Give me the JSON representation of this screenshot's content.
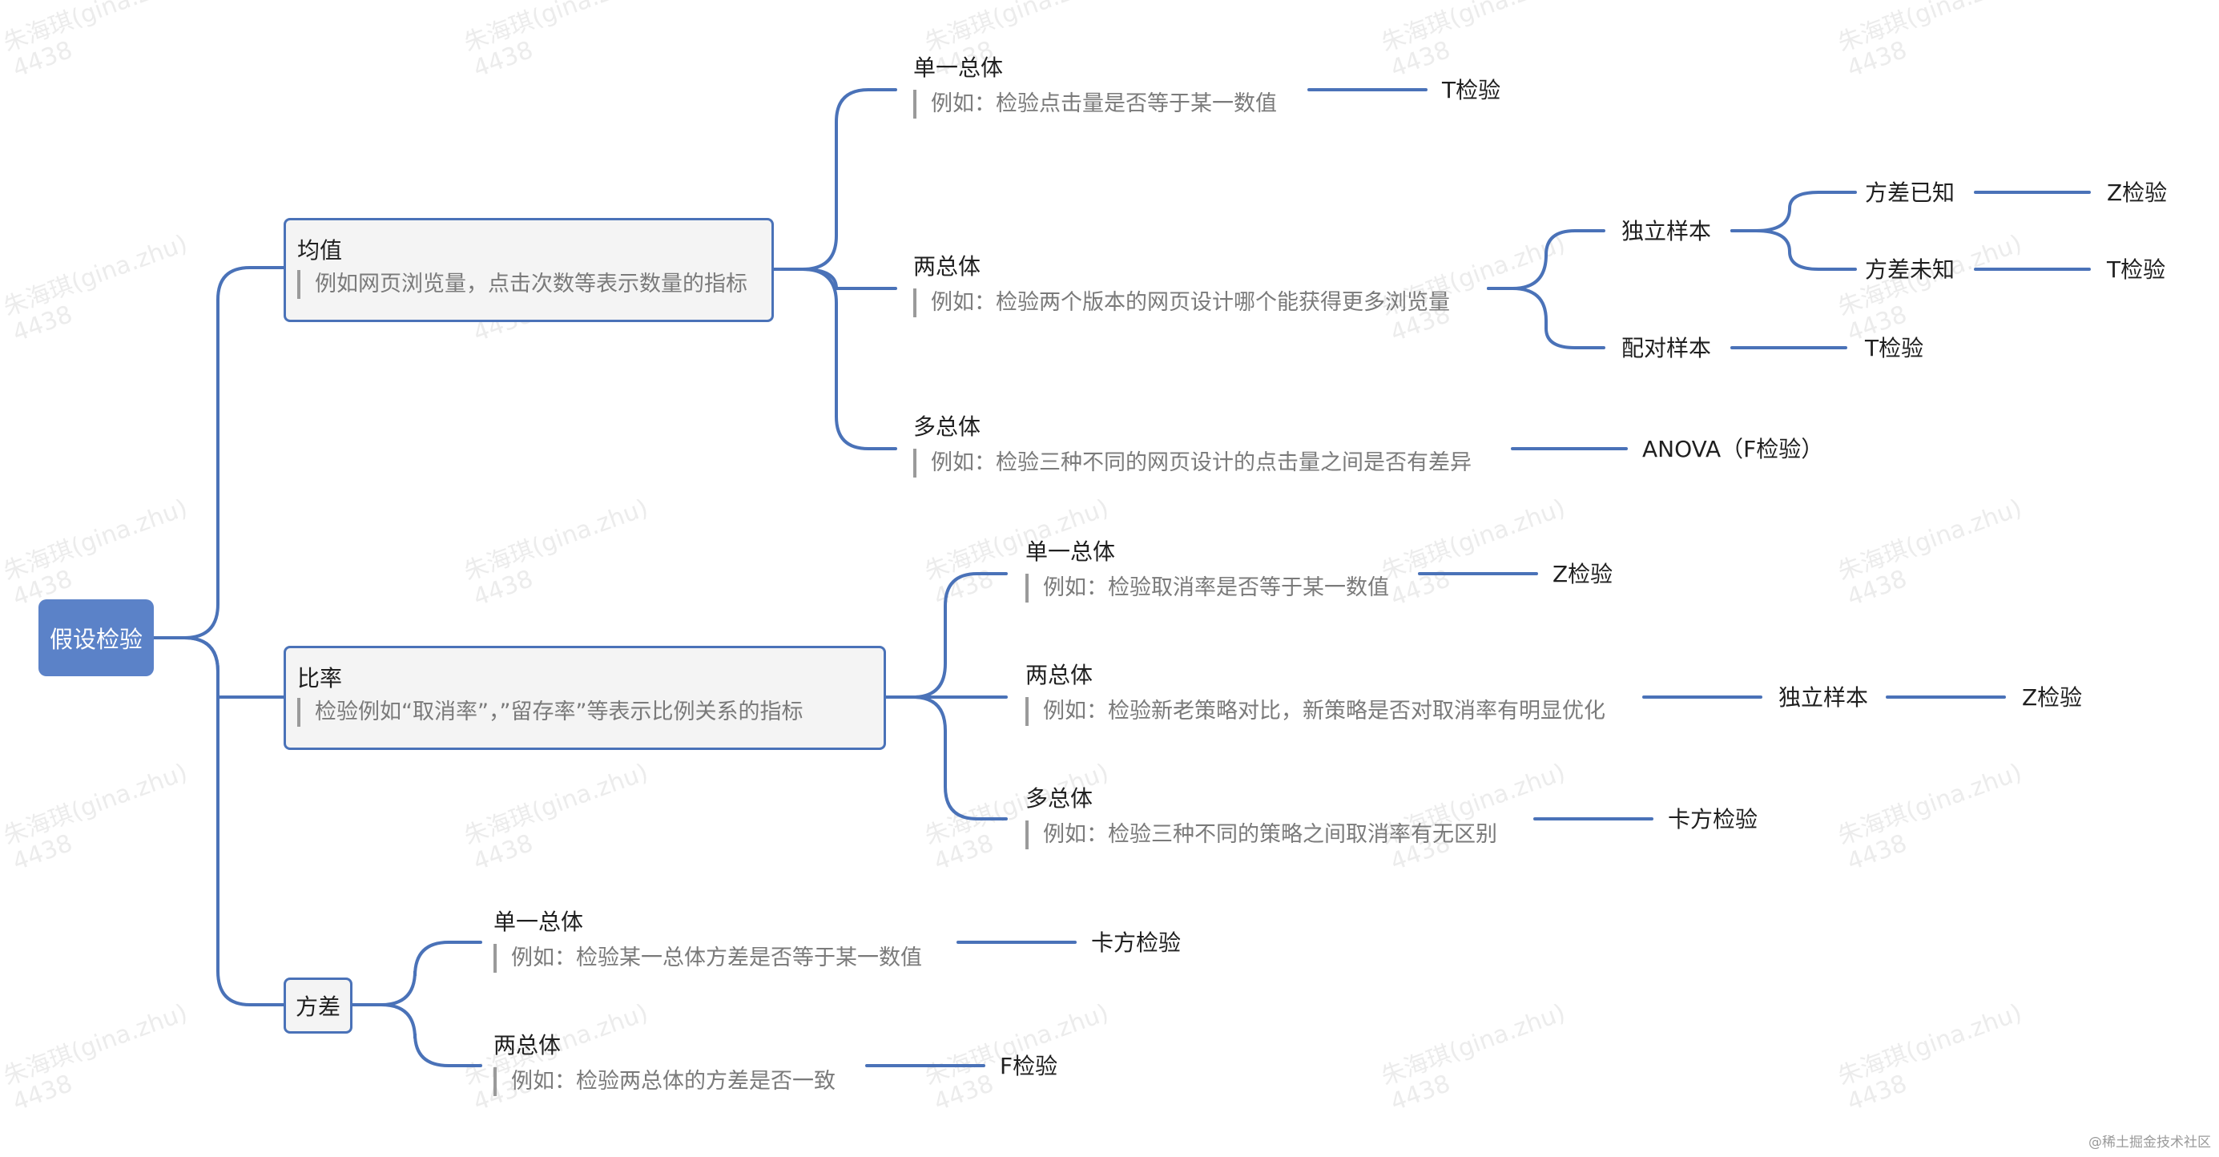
{
  "root": {
    "label": "假设检验"
  },
  "branches": {
    "mean": {
      "title": "均值",
      "note": "例如网页浏览量，点击次数等表示数量的指标",
      "single": {
        "title": "单一总体",
        "note": "例如：检验点击量是否等于某一数值",
        "test": "T检验"
      },
      "two": {
        "title": "两总体",
        "note": "例如：检验两个版本的网页设计哪个能获得更多浏览量",
        "independent": "独立样本",
        "var_known": "方差已知",
        "var_known_test": "Z检验",
        "var_unknown": "方差未知",
        "var_unknown_test": "T检验",
        "paired": "配对样本",
        "paired_test": "T检验"
      },
      "multi": {
        "title": "多总体",
        "note": "例如：检验三种不同的网页设计的点击量之间是否有差异",
        "test": "ANOVA（F检验）"
      }
    },
    "ratio": {
      "title": "比率",
      "note": "检验例如“取消率”，”留存率”等表示比例关系的指标",
      "single": {
        "title": "单一总体",
        "note": "例如：检验取消率是否等于某一数值",
        "test": "Z检验"
      },
      "two": {
        "title": "两总体",
        "note": "例如：检验新老策略对比，新策略是否对取消率有明显优化",
        "independent": "独立样本",
        "test": "Z检验"
      },
      "multi": {
        "title": "多总体",
        "note": "例如：检验三种不同的策略之间取消率有无区别",
        "test": "卡方检验"
      }
    },
    "variance": {
      "title": "方差",
      "single": {
        "title": "单一总体",
        "note": "例如：检验某一总体方差是否等于某一数值",
        "test": "卡方检验"
      },
      "two": {
        "title": "两总体",
        "note": "例如：检验两总体的方差是否一致",
        "test": "F检验"
      }
    }
  },
  "watermark": {
    "name": "朱海琪(gina.zhu)",
    "id": "4438"
  },
  "credit": "@稀土掘金技术社区",
  "colors": {
    "line": "#4a72b8",
    "root_fill": "#5b82c8",
    "box_fill": "#f4f4f4",
    "note_text": "#7a7a7a"
  }
}
